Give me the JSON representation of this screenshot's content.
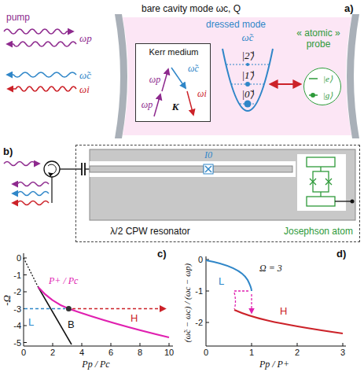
{
  "diagram": {
    "nodes": [
      {
        "text": [
          "bare cavity mode ωc, Q"
        ]
      },
      {
        "text": [
          "Kerr medium",
          "ωp",
          "ωp",
          "ω̃c",
          "ωi",
          "K"
        ],
        "in": 0
      },
      {
        "text": [
          "|e⟩",
          "|g⟩"
        ],
        "in": 0
      },
      {
        "text": [
          "λ/2 CPW resonator"
        ]
      }
    ],
    "labels": [
      "a)",
      "pump",
      "ωp",
      "ω̃c",
      "ωi",
      "dressed mode",
      "ω̃c",
      "« atomic » probe",
      "|2̃⟩",
      "|1̃⟩",
      "|0̃⟩",
      "b)",
      "I0",
      "Josephson atom",
      "c)",
      "0",
      "-1",
      "-2",
      "-3",
      "-4",
      "-5",
      "-Ω",
      "0",
      "2",
      "4",
      "6",
      "8",
      "10",
      "Pp / Pc",
      "P+ / Pc",
      "L",
      "B",
      "H",
      "d)",
      "Ω = 3",
      "(ω̃c − ωc) / (ωc − ωp)",
      "0",
      "-1",
      "-2",
      "0",
      "1",
      "2",
      "3",
      "Pp / P+",
      "L",
      "H"
    ]
  }
}
